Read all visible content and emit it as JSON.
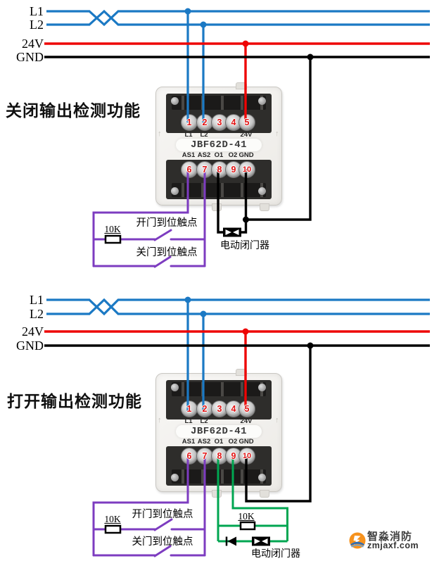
{
  "titles": {
    "d1": "关闭输出检测功能",
    "d2": "打开输出检测功能"
  },
  "bus_labels": [
    "L1",
    "L2",
    "24V",
    "GND"
  ],
  "module": {
    "model": "JBF62D-41",
    "top_terminals": [
      {
        "num": "1",
        "label": "L1"
      },
      {
        "num": "2",
        "label": "L2"
      },
      {
        "num": "3",
        "label": ""
      },
      {
        "num": "4",
        "label": ""
      },
      {
        "num": "5",
        "label": "24V"
      }
    ],
    "bottom_terminals": [
      {
        "num": "6",
        "label": "AS1"
      },
      {
        "num": "7",
        "label": "AS2"
      },
      {
        "num": "8",
        "label": "O1"
      },
      {
        "num": "9",
        "label": "O2"
      },
      {
        "num": "10",
        "label": "GND"
      }
    ]
  },
  "labels": {
    "door_open_contact": "开门到位触点",
    "door_close_contact": "关门到位触点",
    "door_closer": "电动闭门器",
    "resistor": "10K"
  },
  "watermark": {
    "brand": "智淼消防",
    "site": "zmjaxf.com"
  },
  "colors": {
    "signal_blue": "#1b79c4",
    "power_red": "#ee0505",
    "ground_black": "#000000",
    "switch_purple": "#7d3cc0",
    "output_green": "#00a651"
  }
}
